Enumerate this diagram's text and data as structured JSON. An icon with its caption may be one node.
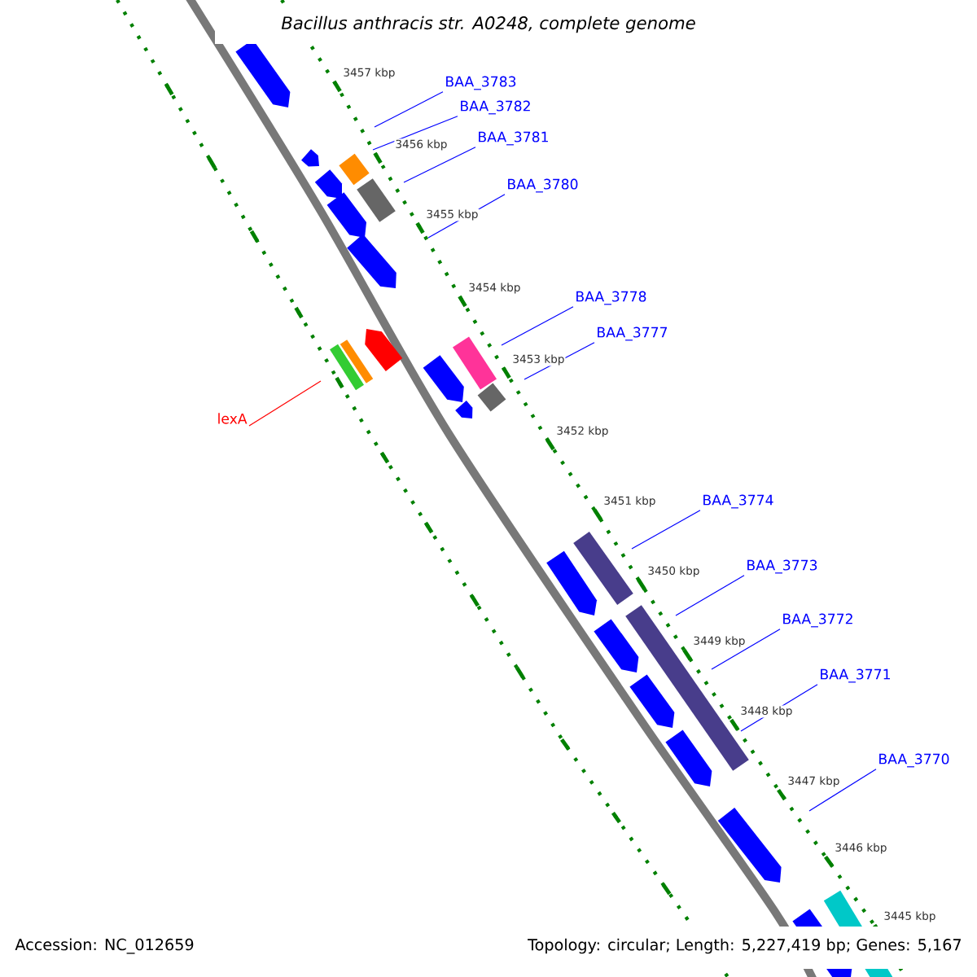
{
  "diagram": {
    "title": "*Bacillus anthracis* str. A0248, complete genome",
    "nodes": [
      {
        "text": [
          "BAA_3783"
        ]
      },
      {
        "text": [
          "BAA_3782"
        ]
      },
      {
        "text": [
          "BAA_3781"
        ]
      },
      {
        "text": [
          "BAA_3780"
        ]
      },
      {
        "text": [
          "BAA_3778"
        ]
      },
      {
        "text": [
          "BAA_3777"
        ]
      },
      {
        "text": [
          "lexA"
        ]
      },
      {
        "text": [
          "BAA_3774"
        ]
      },
      {
        "text": [
          "BAA_3773"
        ]
      },
      {
        "text": [
          "BAA_3772"
        ]
      },
      {
        "text": [
          "BAA_3771"
        ]
      },
      {
        "text": [
          "BAA_3770"
        ]
      }
    ],
    "edges": [
      {
        "from": 0,
        "to": null,
        "arrow": "none"
      },
      {
        "from": 1,
        "to": null,
        "arrow": "none"
      },
      {
        "from": 2,
        "to": null,
        "arrow": "none"
      },
      {
        "from": 3,
        "to": null,
        "arrow": "none"
      },
      {
        "from": 4,
        "to": null,
        "arrow": "none"
      },
      {
        "from": 5,
        "to": null,
        "arrow": "none"
      },
      {
        "from": 6,
        "to": null,
        "arrow": "none",
        "color": "#ff0000"
      },
      {
        "from": 7,
        "to": null,
        "arrow": "none"
      },
      {
        "from": 8,
        "to": null,
        "arrow": "none"
      },
      {
        "from": 9,
        "to": null,
        "arrow": "none"
      },
      {
        "from": 10,
        "to": null,
        "arrow": "none"
      },
      {
        "from": 11,
        "to": null,
        "arrow": "none"
      }
    ],
    "labels": [
      "3457 kbp",
      "3456 kbp",
      "3455 kbp",
      "3454 kbp",
      "3453 kbp",
      "3452 kbp",
      "3451 kbp",
      "3450 kbp",
      "3449 kbp",
      "3448 kbp",
      "3447 kbp",
      "3446 kbp",
      "3445 kbp",
      "Accession: NC_012659",
      "Topology: circular; Length: 5,227,419 bp; Genes: 5,167"
    ]
  }
}
